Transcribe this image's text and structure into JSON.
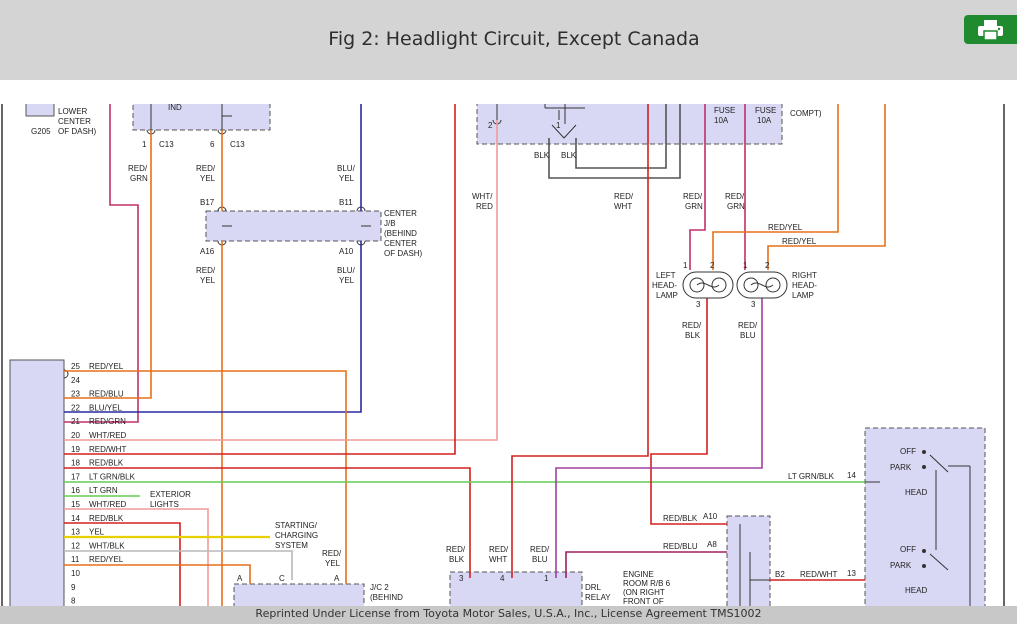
{
  "header": {
    "title": "Fig 2: Headlight Circuit, Except Canada"
  },
  "print_button": {
    "icon": "printer-icon"
  },
  "footer": {
    "text": "Reprinted Under License from Toyota Motor Sales, U.S.A., Inc., License Agreement TMS1002"
  },
  "colors": {
    "header_bg": "#d4d4d4",
    "print_green": "#1f8a2e",
    "component_fill": "#d8d8f4"
  },
  "diagram": {
    "components": {
      "g205": [
        "LOWER",
        "CENTER",
        "OF DASH)",
        "G205"
      ],
      "ind": "IND",
      "center_jb": [
        "CENTER",
        "J/B",
        "(BEHIND",
        "CENTER",
        "OF DASH)"
      ],
      "fuse1": [
        "FUSE",
        "10A"
      ],
      "fuse2": [
        "FUSE",
        "10A"
      ],
      "engine_compt": "ENGINE\nCOMPT)",
      "left_headlamp": [
        "LEFT",
        "HEAD-",
        "LAMP"
      ],
      "right_headlamp": [
        "RIGHT",
        "HEAD-",
        "LAMP"
      ],
      "exterior_lights": [
        "EXTERIOR",
        "LIGHTS"
      ],
      "starting_system": [
        "STARTING/",
        "CHARGING",
        "SYSTEM"
      ],
      "jc2": [
        "J/C 2",
        "(BEHIND"
      ],
      "engine_room_rb": [
        "ENGINE",
        "ROOM R/B 6",
        "(ON RIGHT",
        "FRONT OF"
      ],
      "drl_relay": [
        "DRL",
        "RELAY"
      ],
      "switch_top": [
        "OFF",
        "PARK",
        "HEAD"
      ],
      "switch_bottom": [
        "OFF",
        "PARK",
        "HEAD"
      ]
    },
    "connectors": {
      "c13a_pin": "1",
      "c13a": "C13",
      "c13b_pin": "6",
      "c13b": "C13",
      "b17": "B17",
      "b11": "B11",
      "a16": "A16",
      "a10": "A10",
      "relay_pin2": "2",
      "relay_pin1": "1",
      "lh_pin1": "1",
      "lh_pin2": "2",
      "lh_pin3": "3",
      "rh_pin1": "1",
      "rh_pin2": "2",
      "rh_pin3": "3",
      "erb_a10": "A10",
      "erb_a8": "A8",
      "erb_b2": "B2",
      "sw_14": "14",
      "sw_13": "13",
      "drl_pin3": "3",
      "drl_pin4": "4",
      "drl_pin1": "1",
      "jc_a1": "A",
      "jc_c": "C",
      "jc_a2": "A"
    },
    "wire_labels": {
      "w_redgrn_1": "RED/\nGRN",
      "w_redyel_1": "RED/\nYEL",
      "w_bluyel_1": "BLU/\nYEL",
      "w_redyel_2": "RED/\nYEL",
      "w_bluyel_2": "BLU/\nYEL",
      "w_blk_1": "BLK",
      "w_blk_2": "BLK",
      "w_whtred_1": "WHT/\nRED",
      "w_redwht_1": "RED/\nWHT",
      "w_redgrn_2": "RED/\nGRN",
      "w_redgrn_3": "RED/\nGRN",
      "w_redyel_3": "RED/YEL",
      "w_redyel_4": "RED/YEL",
      "w_redblk_1": "RED/\nBLK",
      "w_redblu_1": "RED/\nBLU",
      "w_ltgrnblk": "LT GRN/BLK",
      "w_redblk_2": "RED/BLK",
      "w_redblu_2": "RED/BLU",
      "w_redwht_2": "RED/WHT",
      "w_redblk_3": "RED/\nBLK",
      "w_redwht_3": "RED/\nWHT",
      "w_redblu_3": "RED/\nBLU",
      "w_redyel_5": "RED/\nYEL"
    },
    "pins": [
      {
        "num": "25",
        "wire": "RED/YEL"
      },
      {
        "num": "24",
        "wire": ""
      },
      {
        "num": "23",
        "wire": "RED/BLU"
      },
      {
        "num": "22",
        "wire": "BLU/YEL"
      },
      {
        "num": "21",
        "wire": "RED/GRN"
      },
      {
        "num": "20",
        "wire": "WHT/RED"
      },
      {
        "num": "19",
        "wire": "RED/WHT"
      },
      {
        "num": "18",
        "wire": "RED/BLK"
      },
      {
        "num": "17",
        "wire": "LT GRN/BLK"
      },
      {
        "num": "16",
        "wire": "LT GRN"
      },
      {
        "num": "15",
        "wire": "WHT/RED"
      },
      {
        "num": "14",
        "wire": "RED/BLK"
      },
      {
        "num": "13",
        "wire": "YEL"
      },
      {
        "num": "12",
        "wire": "WHT/BLK"
      },
      {
        "num": "11",
        "wire": "RED/YEL"
      },
      {
        "num": "10",
        "wire": ""
      },
      {
        "num": "9",
        "wire": ""
      },
      {
        "num": "8",
        "wire": ""
      }
    ]
  }
}
